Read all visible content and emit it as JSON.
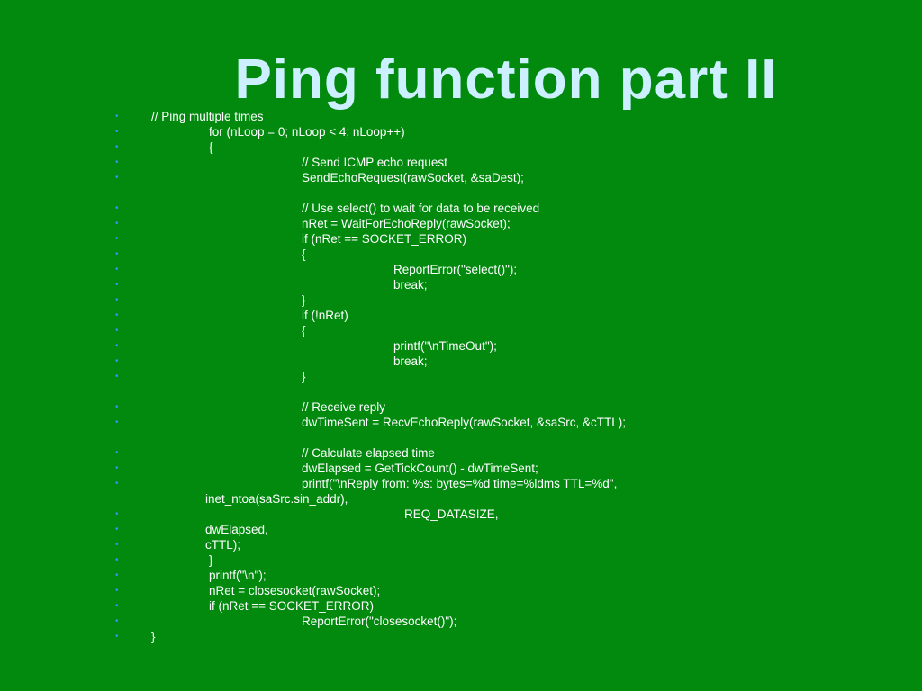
{
  "slide": {
    "title": "Ping function part II",
    "bullet_glyph": "•",
    "lines": [
      {
        "text": "// Ping multiple times",
        "indent": 0,
        "gap": 0
      },
      {
        "text": "for (nLoop = 0; nLoop < 4; nLoop++)",
        "indent": 2,
        "gap": 0
      },
      {
        "text": "{",
        "indent": 2,
        "gap": 0
      },
      {
        "text": "// Send ICMP echo request",
        "indent": 4,
        "gap": 0
      },
      {
        "text": "SendEchoRequest(rawSocket, &saDest);",
        "indent": 4,
        "gap": 0
      },
      {
        "text": "// Use select() to wait for data to be received",
        "indent": 4,
        "gap": 1
      },
      {
        "text": "nRet = WaitForEchoReply(rawSocket);",
        "indent": 4,
        "gap": 0
      },
      {
        "text": "if (nRet == SOCKET_ERROR)",
        "indent": 4,
        "gap": 0
      },
      {
        "text": "{",
        "indent": 4,
        "gap": 0
      },
      {
        "text": "ReportError(\"select()\");",
        "indent": 6,
        "gap": 0
      },
      {
        "text": "break;",
        "indent": 6,
        "gap": 0
      },
      {
        "text": "}",
        "indent": 4,
        "gap": 0
      },
      {
        "text": "if (!nRet)",
        "indent": 4,
        "gap": 0
      },
      {
        "text": "{",
        "indent": 4,
        "gap": 0
      },
      {
        "text": "printf(\"\\nTimeOut\");",
        "indent": 6,
        "gap": 0
      },
      {
        "text": "break;",
        "indent": 6,
        "gap": 0
      },
      {
        "text": "}",
        "indent": 4,
        "gap": 0
      },
      {
        "text": "// Receive reply",
        "indent": 4,
        "gap": 1
      },
      {
        "text": "dwTimeSent = RecvEchoReply(rawSocket, &saSrc, &cTTL);",
        "indent": 4,
        "gap": 0
      },
      {
        "text": "// Calculate elapsed time",
        "indent": 4,
        "gap": 1
      },
      {
        "text": "dwElapsed = GetTickCount() - dwTimeSent;",
        "indent": 4,
        "gap": 0
      },
      {
        "text": "printf(\"\\nReply from: %s: bytes=%d time=%ldms TTL=%d\",",
        "indent": 4,
        "gap": 0
      },
      {
        "text": "inet_ntoa(saSrc.sin_addr),",
        "indent": 1,
        "gap": 0,
        "no_bullet": true
      },
      {
        "text": "REQ_DATASIZE,",
        "indent": 7,
        "gap": 0
      },
      {
        "text": "dwElapsed,",
        "indent": 1,
        "gap": 0
      },
      {
        "text": "cTTL);",
        "indent": 1,
        "gap": 0
      },
      {
        "text": "}",
        "indent": 2,
        "gap": 0
      },
      {
        "text": "printf(\"\\n\");",
        "indent": 2,
        "gap": 0
      },
      {
        "text": "nRet = closesocket(rawSocket);",
        "indent": 2,
        "gap": 0
      },
      {
        "text": "if (nRet == SOCKET_ERROR)",
        "indent": 2,
        "gap": 0
      },
      {
        "text": "ReportError(\"closesocket()\");",
        "indent": 4,
        "gap": 0
      },
      {
        "text": "}",
        "indent": 0,
        "gap": 0
      }
    ]
  }
}
